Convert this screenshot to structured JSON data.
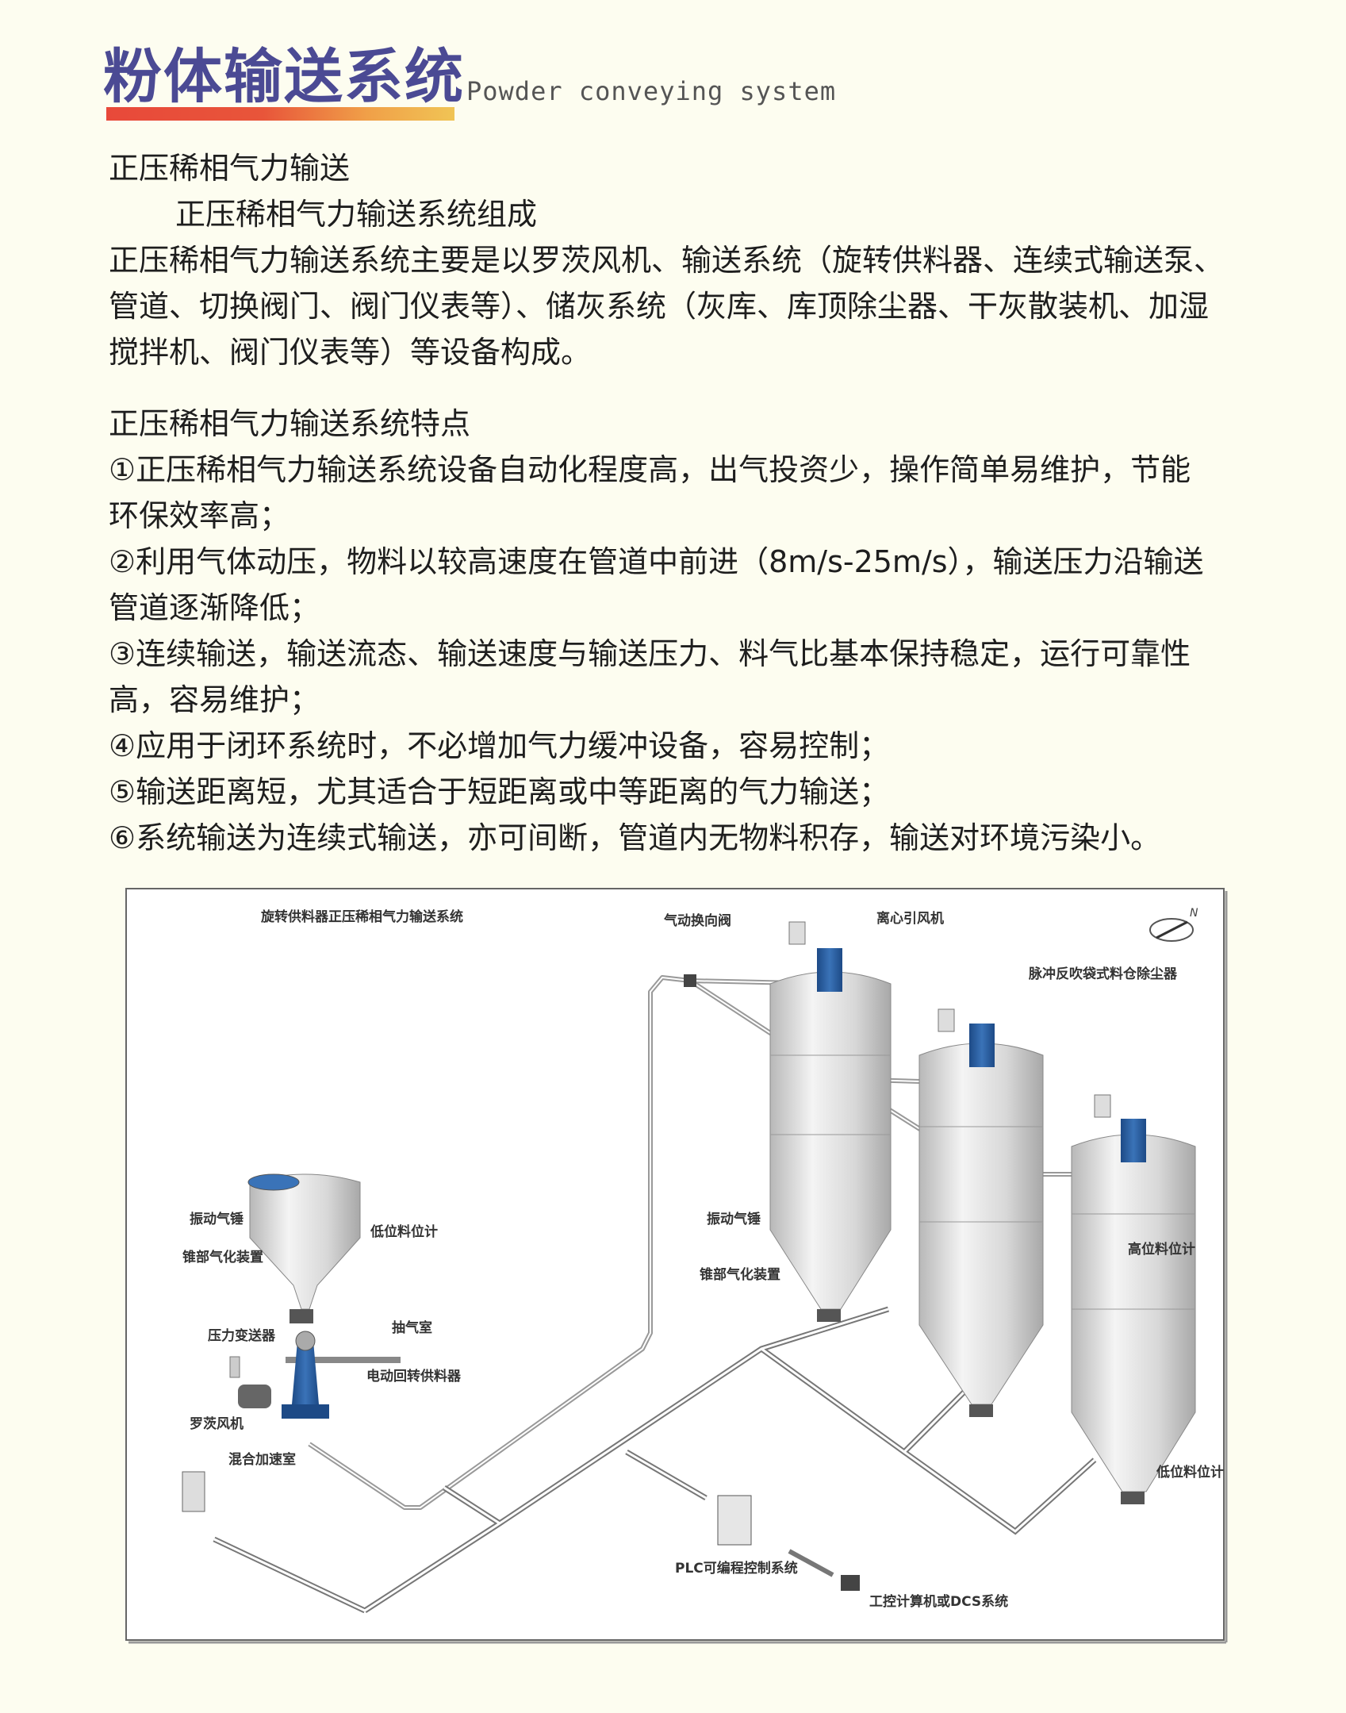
{
  "header": {
    "title": "粉体输送系统",
    "subtitle": "Powder conveying system"
  },
  "section1": {
    "heading": "正压稀相气力输送",
    "subheading": "正压稀相气力输送系统组成",
    "lines": [
      "正压稀相气力输送系统主要是以罗茨风机、输送系统（旋转供料器、连续式输送泵、",
      "管道、切换阀门、阀门仪表等）、储灰系统（灰库、库顶除尘器、干灰散装机、加湿",
      "搅拌机、阀门仪表等）等设备构成。"
    ]
  },
  "section2": {
    "heading": "正压稀相气力输送系统特点",
    "lines": [
      "①正压稀相气力输送系统设备自动化程度高，出气投资少，操作简单易维护，节能",
      "环保效率高；",
      "②利用气体动压，物料以较高速度在管道中前进（8m/s-25m/s），输送压力沿输送",
      "管道逐渐降低；",
      "③连续输送，输送流态、输送速度与输送压力、料气比基本保持稳定，运行可靠性",
      "高，容易维护；",
      "④应用于闭环系统时，不必增加气力缓冲设备，容易控制；",
      "⑤输送距离短，尤其适合于短距离或中等距离的气力输送；",
      "⑥系统输送为连续式输送，亦可间断，管道内无物料积存，输送对环境污染小。"
    ]
  },
  "diagram": {
    "title": "旋转供料器正压稀相气力输送系统",
    "compass": "N",
    "labels": {
      "diverter_valve": "气动换向阀",
      "centrifugal_fan": "离心引风机",
      "dust_collector": "脉冲反吹袋式料仓除尘器",
      "vibrator_left": "振动气锤",
      "low_level_left": "低位料位计",
      "cone_aerator_left": "锥部气化装置",
      "pressure_transmitter": "压力变送器",
      "suction_chamber": "抽气室",
      "rotary_feeder": "电动回转供料器",
      "roots_blower": "罗茨风机",
      "mixing_chamber": "混合加速室",
      "vibrator_right": "振动气锤",
      "cone_aerator_right": "锥部气化装置",
      "high_level": "高位料位计",
      "low_level_right": "低位料位计",
      "plc": "PLC可编程控制系统",
      "dcs": "工控计算机或DCS系统"
    },
    "colors": {
      "equipment_blue": "#2a5a9a",
      "silo": "#dcdcdc"
    }
  }
}
